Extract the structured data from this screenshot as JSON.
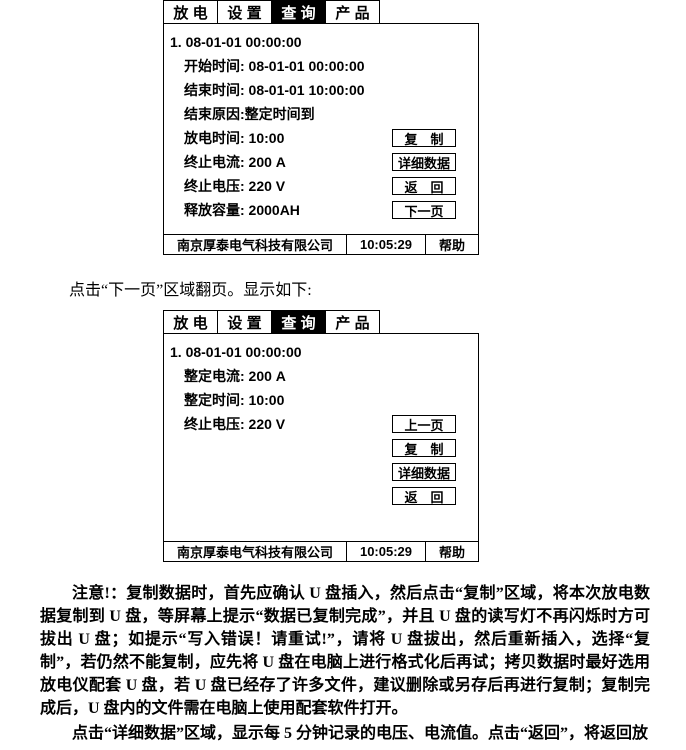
{
  "screen1": {
    "tabs": [
      "放 电",
      "设 置",
      "查 询",
      "产 品"
    ],
    "record_title": "1. 08-01-01 00:00:00",
    "fields": [
      "开始时间: 08-01-01 00:00:00",
      "结束时间: 08-01-01 10:00:00",
      "结束原因:整定时间到",
      "放电时间: 10:00",
      "终止电流: 200 A",
      "终止电压: 220 V",
      "释放容量: 2000AH"
    ],
    "buttons": {
      "copy": "复　制",
      "detail": "详细数据",
      "back": "返　回",
      "next": "下一页"
    },
    "status": {
      "company": "南京厚泰电气科技有限公司",
      "time": "10:05:29",
      "help": "帮助"
    }
  },
  "screen2": {
    "tabs": [
      "放 电",
      "设 置",
      "查 询",
      "产 品"
    ],
    "record_title": "1. 08-01-01 00:00:00",
    "fields": [
      "整定电流: 200 A",
      "整定时间: 10:00",
      "终止电压: 220 V"
    ],
    "buttons": {
      "prev": "上一页",
      "copy": "复　制",
      "detail": "详细数据",
      "back": "返　回"
    },
    "status": {
      "company": "南京厚泰电气科技有限公司",
      "time": "10:05:29",
      "help": "帮助"
    }
  },
  "texts": {
    "caption": "点击“下一页”区域翻页。显示如下:",
    "note": "注意!：复制数据时，首先应确认 U 盘插入，然后点击“复制”区域，将本次放电数据复制到 U 盘，等屏幕上提示“数据已复制完成”，并且 U 盘的读写灯不再闪烁时方可拔出 U 盘；如提示“写入错误！请重试!”，请将 U 盘拔出，然后重新插入，选择“复制”，若仍然不能复制，应先将 U 盘在电脑上进行格式化后再试；拷贝数据时最好选用放电仪配套 U 盘，若 U 盘已经存了许多文件，建议删除或另存后再进行复制；复制完成后，U 盘内的文件需在电脑上使用配套软件打开。",
    "footer": "点击“详细数据”区域，显示每 5 分钟记录的电压、电流值。点击“返回”，将返回放"
  }
}
